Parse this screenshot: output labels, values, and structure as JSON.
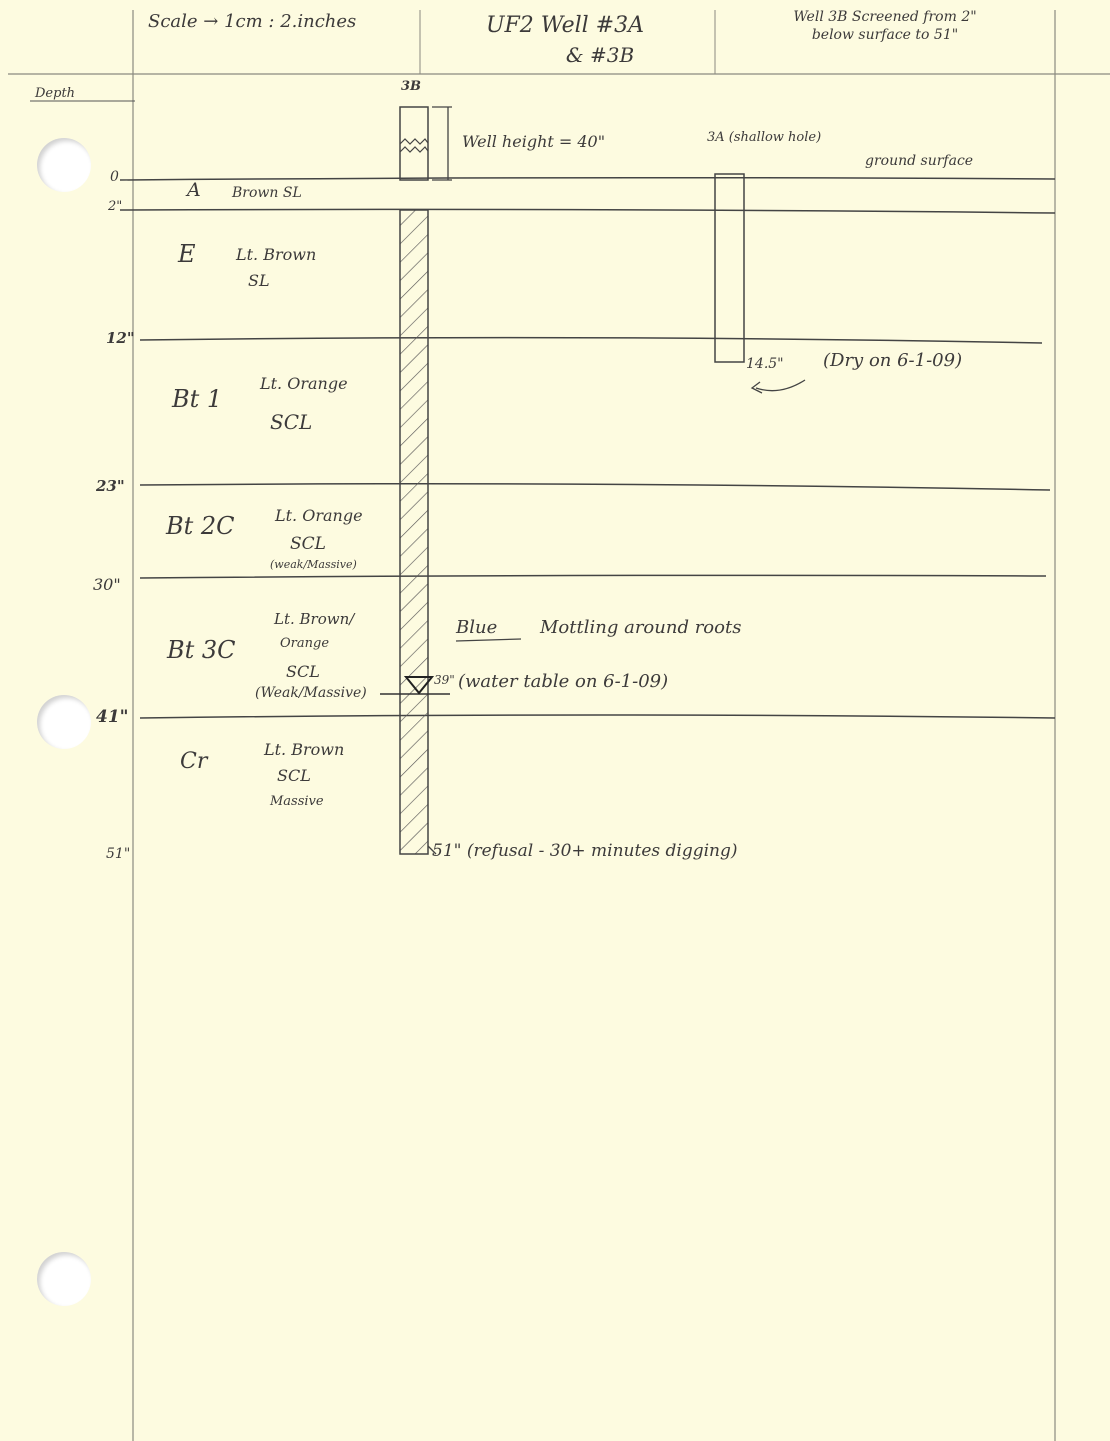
{
  "header": {
    "scale": "Scale → 1cm : 2.inches",
    "title_line1": "UF2 Well #3A",
    "title_line2": "& #3B",
    "note_line1": "Well 3B Screened from 2\"",
    "note_line2": "below surface to 51\""
  },
  "depth_header": "Depth",
  "well_labels": {
    "well_b": "3B",
    "well_height": "Well height = 40\"",
    "well_a": "3A (shallow hole)",
    "ground_surface": "ground surface"
  },
  "depth_marks": [
    "0",
    "2\"",
    "12\"",
    "23\"",
    "30\"",
    "41\"",
    "51\""
  ],
  "horizons": [
    {
      "code": "A",
      "desc": "Brown SL"
    },
    {
      "code": "E",
      "desc": "Lt. Brown",
      "desc2": "SL"
    },
    {
      "code": "Bt 1",
      "desc": "Lt. Orange",
      "desc2": "SCL"
    },
    {
      "code": "Bt 2C",
      "desc": "Lt. Orange",
      "desc2": "SCL",
      "desc3": "(weak/Massive)"
    },
    {
      "code": "Bt 3C",
      "desc": "Lt. Brown/",
      "desc2": "Orange",
      "desc3": "SCL",
      "desc4": "(Weak/Massive)"
    },
    {
      "code": "Cr",
      "desc": "Lt. Brown",
      "desc2": "SCL",
      "desc3": "Massive"
    }
  ],
  "annotations": {
    "shallow_depth": "14.5\"",
    "dry_note": "(Dry on 6-1-09)",
    "blue_word": "Blue",
    "mottling": "Mottling around roots",
    "water_depth": "39\"",
    "water_note": "(water table on 6-1-09)",
    "refusal": "51\" (refusal - 30+ minutes digging)"
  },
  "colors": {
    "paper": "#fdfbe0",
    "ink": "#3c3a3a",
    "rule": "#8a8a80",
    "punch_hole": "#ffffff"
  }
}
